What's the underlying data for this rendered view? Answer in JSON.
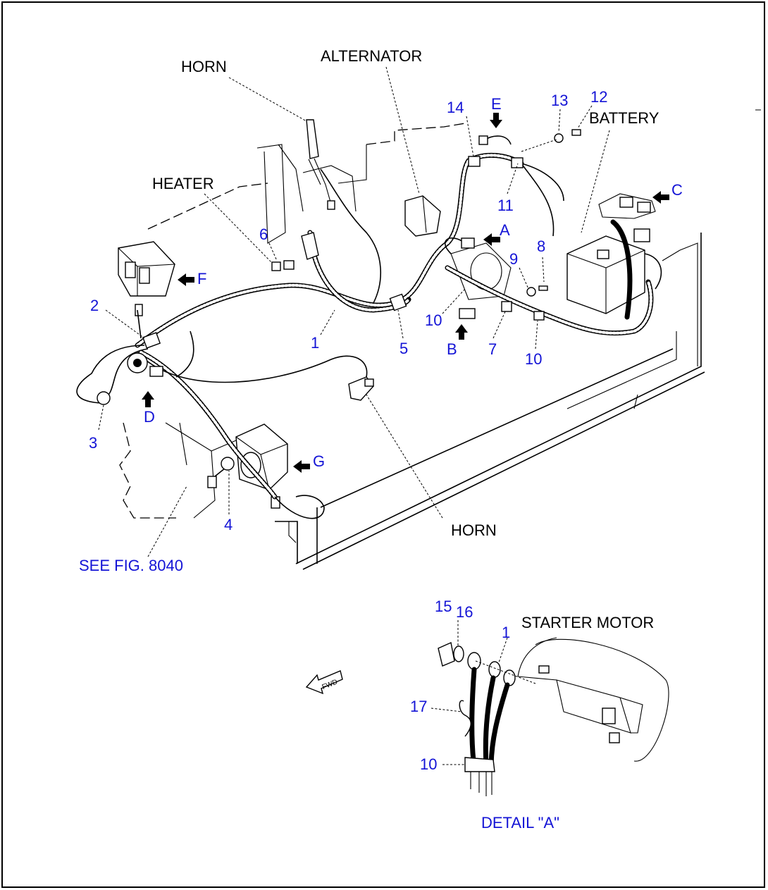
{
  "labels": {
    "horn_top": "HORN",
    "alternator": "ALTERNATOR",
    "battery": "BATTERY",
    "heater": "HEATER",
    "horn_bottom": "HORN",
    "see_fig": "SEE FIG. 8040",
    "starter_motor": "STARTER MOTOR",
    "detail_a": "DETAIL \"A\"",
    "fwd": "FWD"
  },
  "view_arrows": {
    "a": "A",
    "b": "B",
    "c": "C",
    "d": "D",
    "e": "E",
    "f": "F",
    "g": "G"
  },
  "callouts": {
    "n1": "1",
    "n2": "2",
    "n3": "3",
    "n4": "4",
    "n5": "5",
    "n6": "6",
    "n7": "7",
    "n8": "8",
    "n9": "9",
    "n10a": "10",
    "n10b": "10",
    "n11": "11",
    "n12": "12",
    "n13": "13",
    "n14": "14",
    "d15": "15",
    "d16": "16",
    "d1": "1",
    "d17": "17",
    "d10": "10"
  },
  "colors": {
    "callout_blue": "#1414d6",
    "line": "#000000",
    "background": "#ffffff"
  }
}
